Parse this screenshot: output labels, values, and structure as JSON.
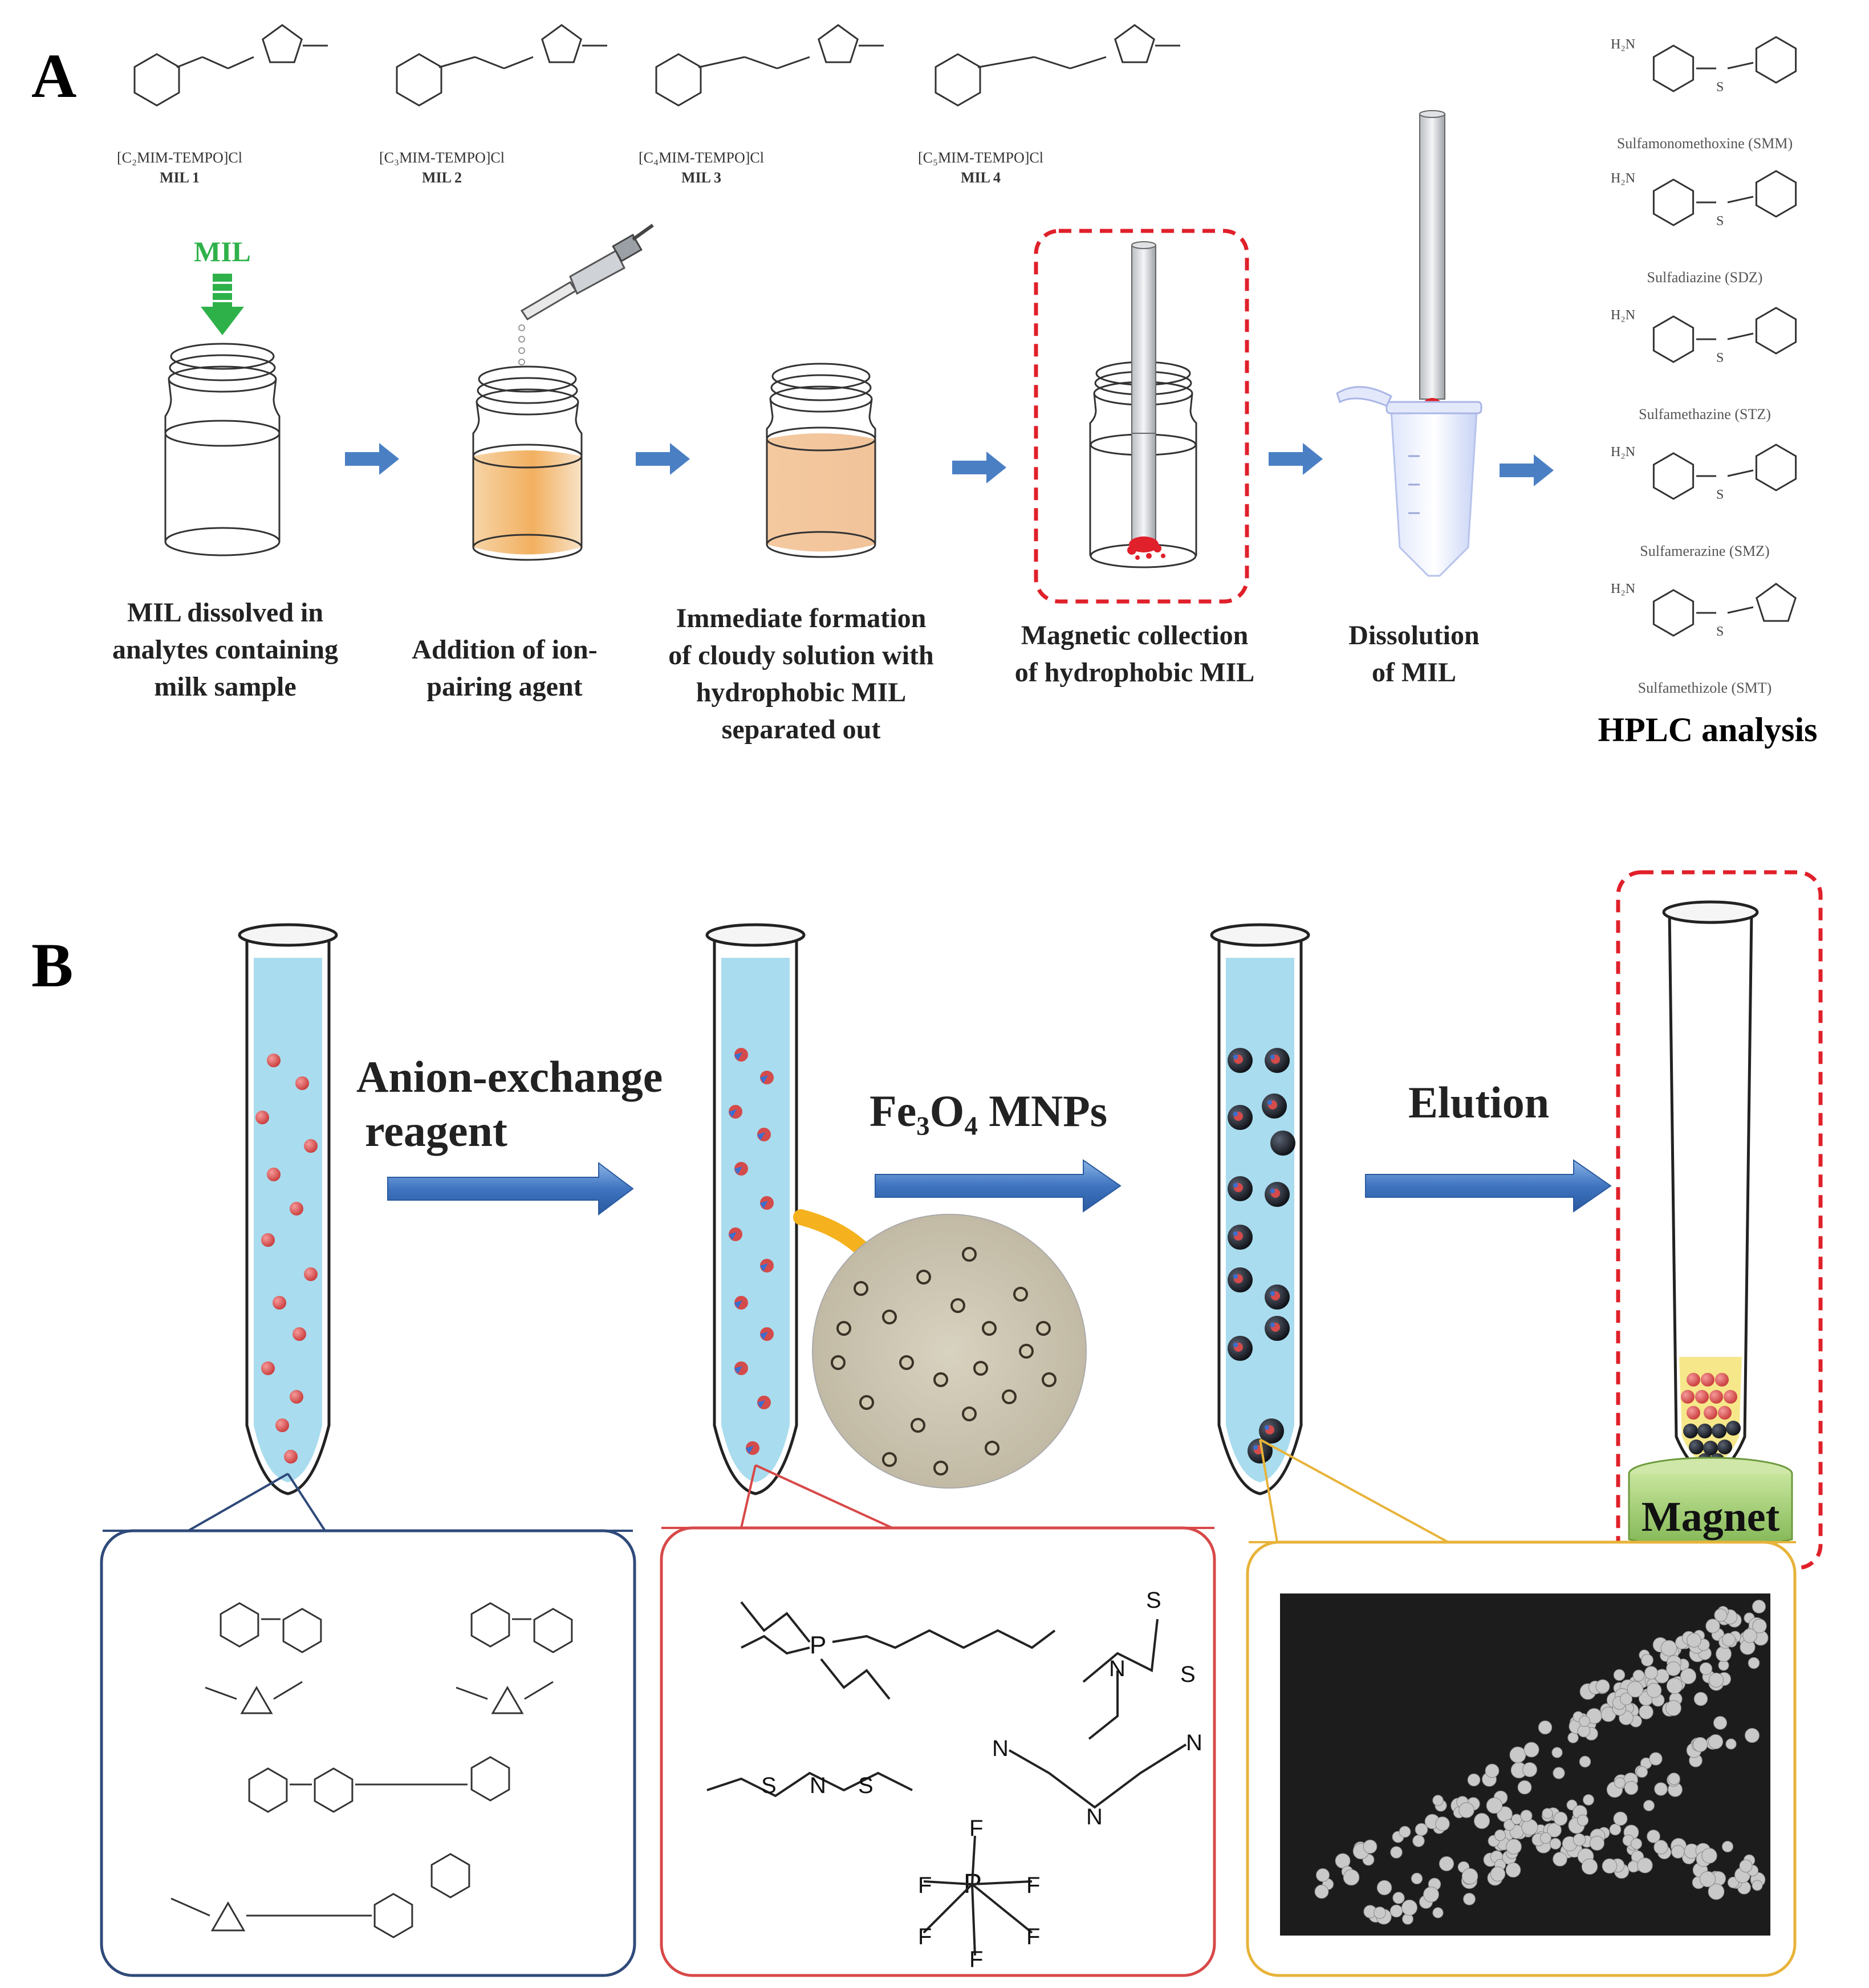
{
  "panel_a": {
    "label": "A",
    "mils": [
      {
        "formula": "[C₂MIM-TEMPO]Cl",
        "name": "MIL 1"
      },
      {
        "formula": "[C₃MIM-TEMPO]Cl",
        "name": "MIL 2"
      },
      {
        "formula": "[C₄MIM-TEMPO]Cl",
        "name": "MIL 3"
      },
      {
        "formula": "[C₅MIM-TEMPO]Cl",
        "name": "MIL 4"
      }
    ],
    "mil_arrow_label": "MIL",
    "steps": [
      {
        "line1": "MIL dissolved in",
        "line2": "analytes containing",
        "line3": "milk sample"
      },
      {
        "line1": "Addition of ion-",
        "line2": "pairing agent",
        "line3": ""
      },
      {
        "line1": "Immediate formation",
        "line2": "of cloudy solution with",
        "line3": "hydrophobic MIL",
        "line4": "separated out"
      },
      {
        "line1": "Magnetic collection",
        "line2": "of hydrophobic MIL"
      },
      {
        "line1": "Dissolution",
        "line2": "of MIL"
      }
    ],
    "analytes": [
      "Sulfamonomethoxine (SMM)",
      "Sulfadiazine (SDZ)",
      "Sulfamethazine (STZ)",
      "Sulfamerazine (SMZ)",
      "Sulfamethizole (SMT)"
    ],
    "hplc": "HPLC analysis"
  },
  "panel_b": {
    "label": "B",
    "arrow1_line1": "Anion-exchange",
    "arrow1_line2": "reagent",
    "arrow2_label": "Fe₃O₄ MNPs",
    "arrow3_label": "Elution",
    "magnet": "Magnet"
  },
  "colors": {
    "arrow_blue": "#4a7fc4",
    "solution_blue": "#a9dcee",
    "mil_red": "#d44b4b",
    "dashed_red": "#e0202a",
    "green_label": "#2fb14a",
    "box_navy": "#2f4a7a",
    "box_red": "#d84848",
    "box_yellow": "#e8b33a",
    "magnet_green": "#9fcf6a"
  }
}
